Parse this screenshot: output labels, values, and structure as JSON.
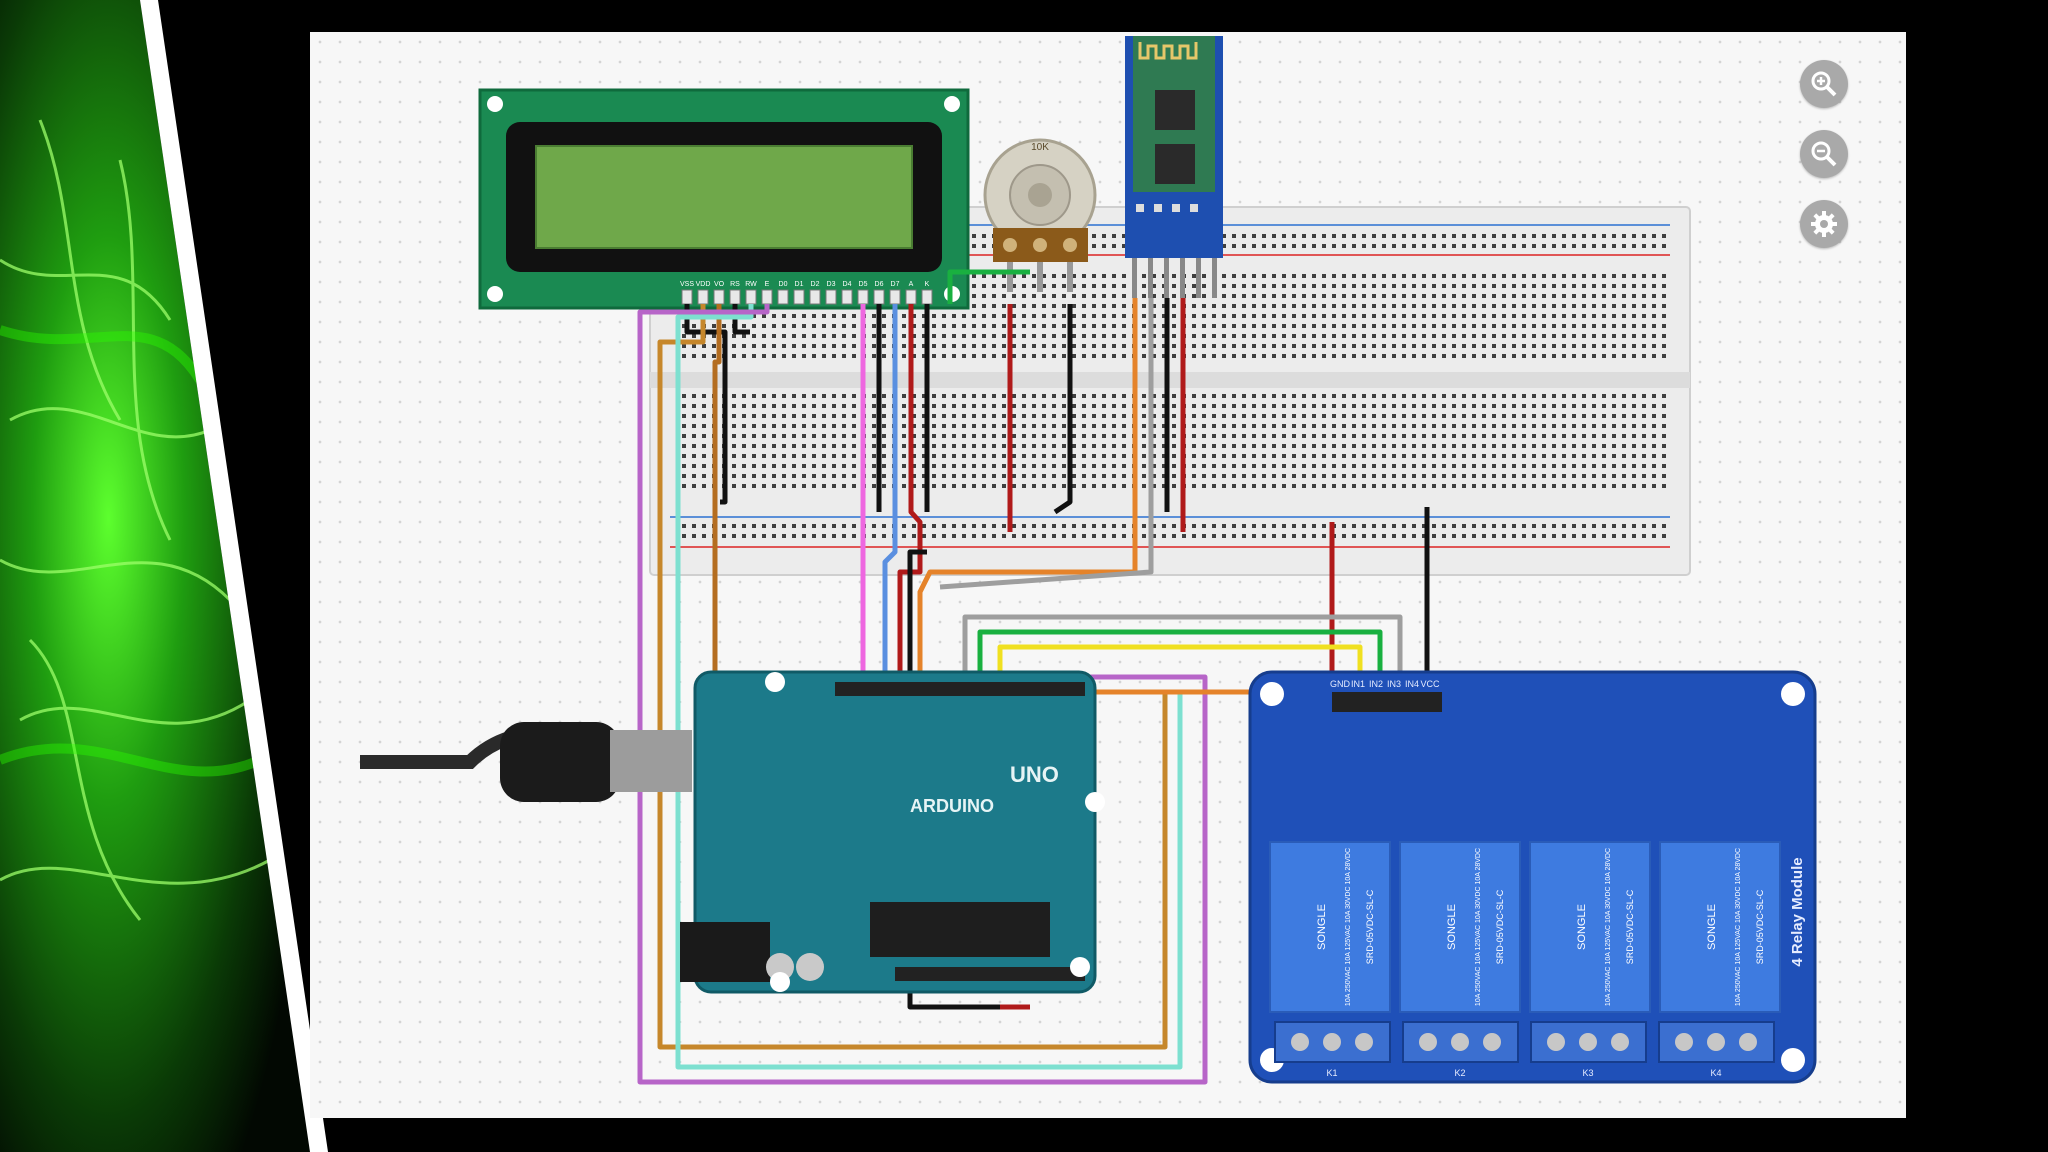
{
  "diagram": {
    "lcd_pins": [
      "VSS",
      "VDD",
      "VO",
      "RS",
      "RW",
      "E",
      "D0",
      "D1",
      "D2",
      "D3",
      "D4",
      "D5",
      "D6",
      "D7",
      "A",
      "K"
    ],
    "potentiometer_label": "10K",
    "relay_module": {
      "title": "4 Relay Module",
      "header_pins": [
        "GND",
        "IN1",
        "IN2",
        "IN3",
        "IN4",
        "VCC"
      ],
      "relays": [
        {
          "brand": "SONGLE",
          "rating": "10A 250VAC 10A 125VAC 10A 30VDC 10A 28VDC",
          "model": "SRD-05VDC-SL-C"
        },
        {
          "brand": "SONGLE",
          "rating": "10A 250VAC 10A 125VAC 10A 30VDC 10A 28VDC",
          "model": "SRD-05VDC-SL-C"
        },
        {
          "brand": "SONGLE",
          "rating": "10A 250VAC 10A 125VAC 10A 30VDC 10A 28VDC",
          "model": "SRD-05VDC-SL-C"
        },
        {
          "brand": "SONGLE",
          "rating": "10A 250VAC 10A 125VAC 10A 30VDC 10A 28VDC",
          "model": "SRD-05VDC-SL-C"
        }
      ],
      "terminal_labels": [
        "K1",
        "K2",
        "K3",
        "K4"
      ]
    },
    "arduino": {
      "label": "ARDUINO",
      "model": "UNO"
    }
  },
  "toolbar": {
    "buttons": [
      {
        "name": "zoom-in",
        "icon": "zoom-in-icon"
      },
      {
        "name": "zoom-out",
        "icon": "zoom-out-icon"
      },
      {
        "name": "settings",
        "icon": "gear-icon"
      }
    ]
  }
}
